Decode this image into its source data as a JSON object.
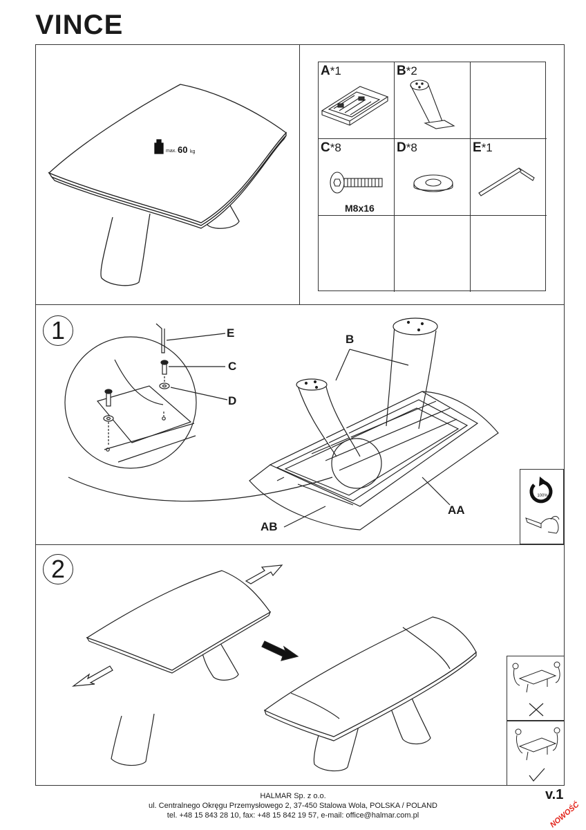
{
  "title": "VINCE",
  "overview": {
    "weight_prefix": "max.",
    "weight_value": "60",
    "weight_unit": "kg"
  },
  "parts": [
    {
      "letter": "A",
      "qty": "*1",
      "name": "extension-mechanism"
    },
    {
      "letter": "B",
      "qty": "*2",
      "name": "leg"
    },
    {
      "letter": "C",
      "qty": "*8",
      "name": "bolt",
      "size": "M8x16"
    },
    {
      "letter": "D",
      "qty": "*8",
      "name": "washer"
    },
    {
      "letter": "E",
      "qty": "*1",
      "name": "allen-key"
    }
  ],
  "step1": {
    "number": "1",
    "callouts": {
      "e": "E",
      "c": "C",
      "d": "D",
      "b": "B",
      "aa": "AA",
      "ab": "AB"
    },
    "tighten_percent": "100%"
  },
  "step2": {
    "number": "2"
  },
  "footer": {
    "line1": "HALMAR Sp. z o.o.",
    "line2": "ul. Centralnego Okręgu Przemysłowego 2, 37-450 Stalowa Wola, POLSKA / POLAND",
    "line3": "tel. +48 15 843 28 10, fax: +48 15 842 19 57, e-mail: office@halmar.com.pl",
    "version": "v.1",
    "badge": "NOWOŚĆ"
  },
  "colors": {
    "ink": "#1a1a1a",
    "badge": "#e32219"
  }
}
